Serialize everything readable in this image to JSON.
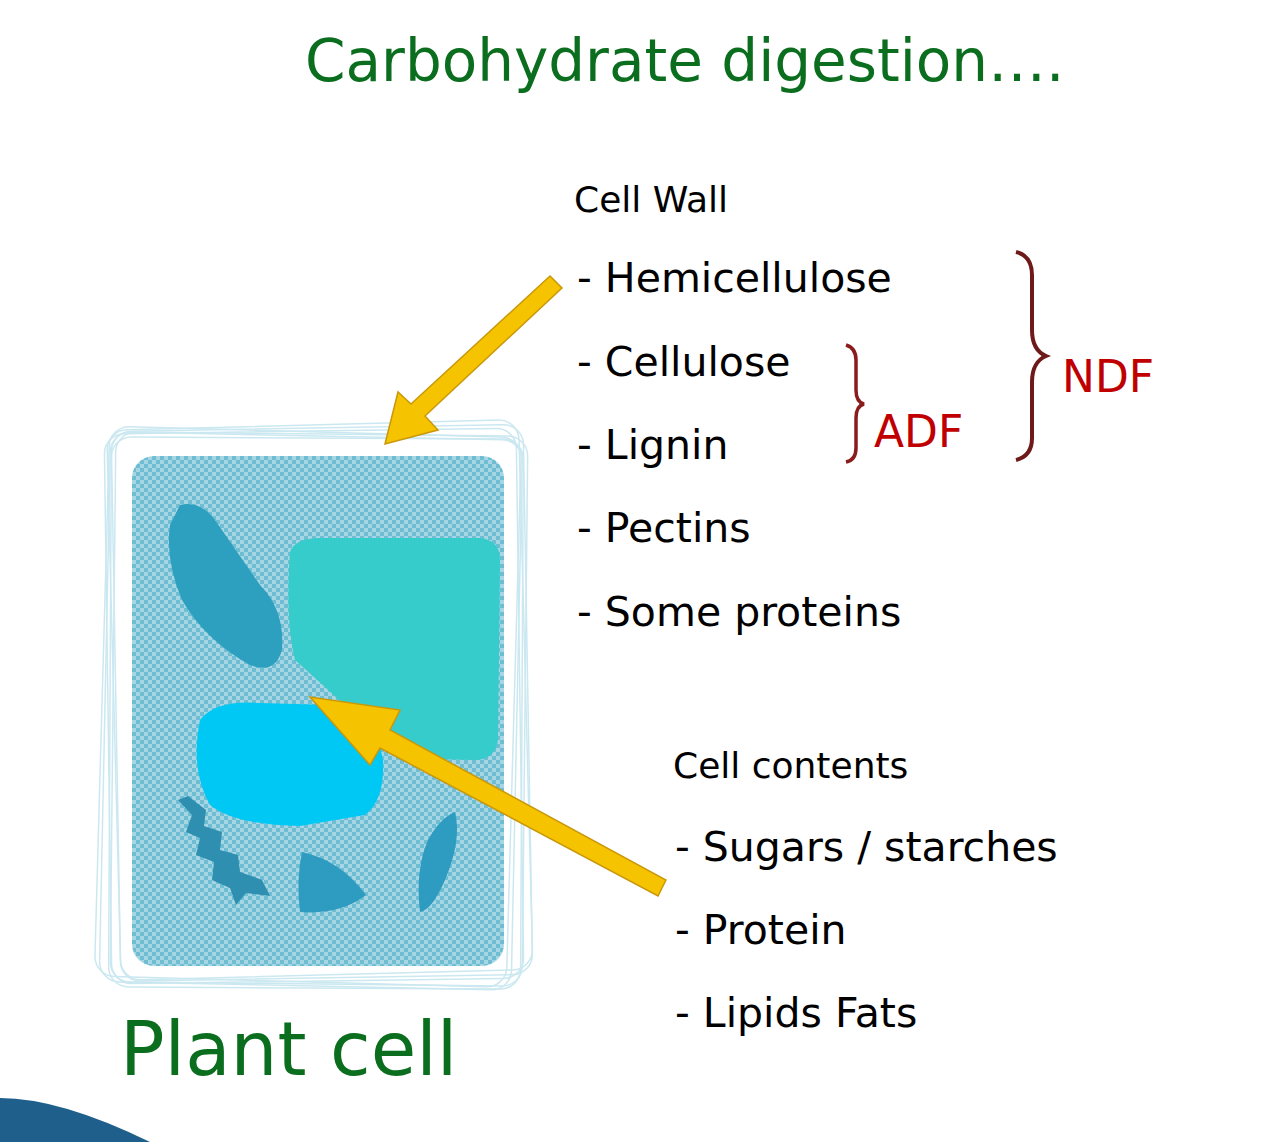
{
  "diagram": {
    "title": "Carbohydrate digestion….",
    "labels": [
      "Cell Wall",
      "- Hemicellulose",
      "- Cellulose",
      "- Lignin",
      "- Pectins",
      "- Some proteins",
      "ADF",
      "NDF",
      "Cell contents",
      "- Sugars / starches",
      "- Protein",
      "- Lipids Fats",
      "Plant cell"
    ]
  }
}
